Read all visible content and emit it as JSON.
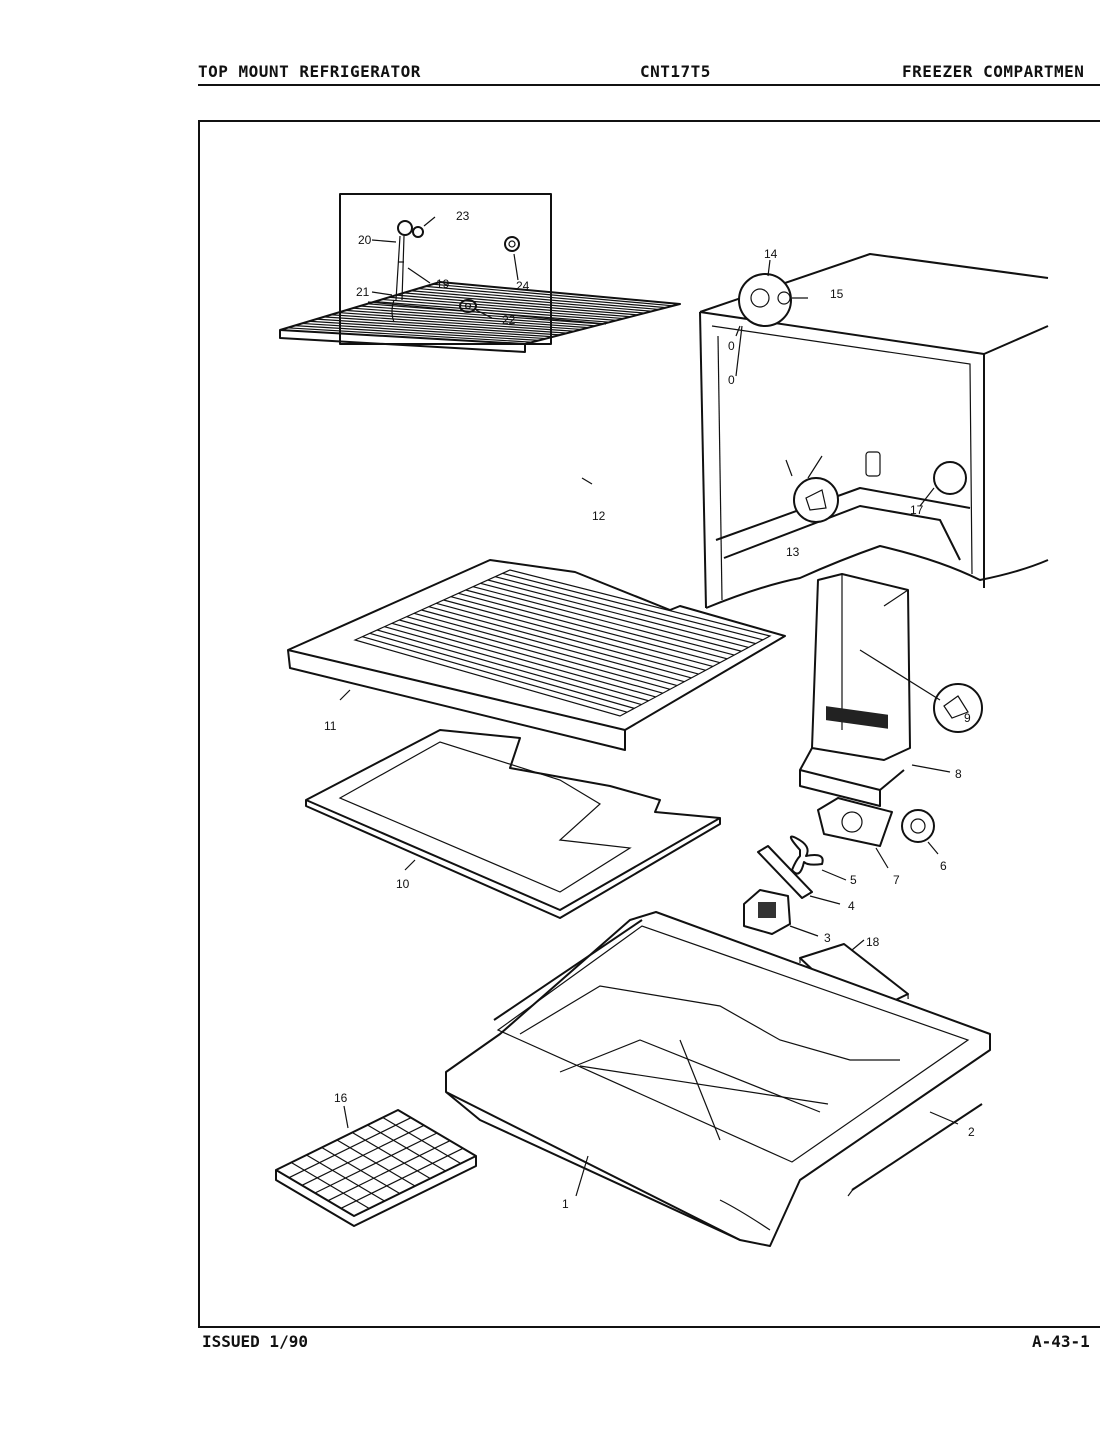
{
  "header": {
    "left": "TOP MOUNT REFRIGERATOR",
    "center": "CNT17T5",
    "right": "FREEZER COMPARTMEN"
  },
  "footer": {
    "left": "ISSUED 1/90",
    "right": "A-43-1"
  },
  "callouts": [
    "1",
    "2",
    "3",
    "4",
    "5",
    "6",
    "7",
    "8",
    "9",
    "10",
    "11",
    "12",
    "13",
    "14",
    "15",
    "16",
    "17",
    "18",
    "19",
    "20",
    "21",
    "22",
    "23",
    "24",
    "0",
    "0"
  ]
}
